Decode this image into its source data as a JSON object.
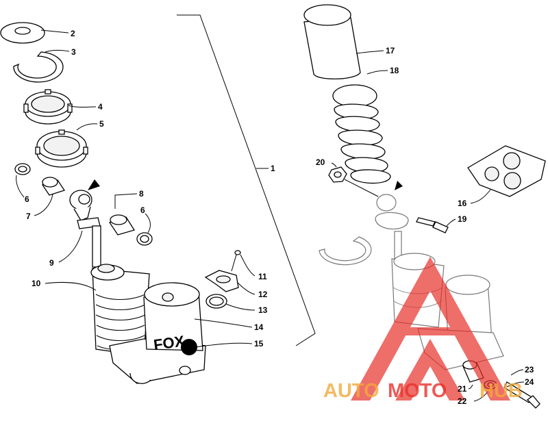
{
  "diagram": {
    "callouts": [
      {
        "id": "c1",
        "label": "1"
      },
      {
        "id": "c2",
        "label": "2"
      },
      {
        "id": "c3",
        "label": "3"
      },
      {
        "id": "c4",
        "label": "4"
      },
      {
        "id": "c5",
        "label": "5"
      },
      {
        "id": "c6a",
        "label": "6"
      },
      {
        "id": "c6b",
        "label": "6"
      },
      {
        "id": "c7",
        "label": "7"
      },
      {
        "id": "c8",
        "label": "8"
      },
      {
        "id": "c9",
        "label": "9"
      },
      {
        "id": "c10",
        "label": "10"
      },
      {
        "id": "c11",
        "label": "11"
      },
      {
        "id": "c12",
        "label": "12"
      },
      {
        "id": "c13",
        "label": "13"
      },
      {
        "id": "c14",
        "label": "14"
      },
      {
        "id": "c15",
        "label": "15"
      },
      {
        "id": "c16",
        "label": "16"
      },
      {
        "id": "c17",
        "label": "17"
      },
      {
        "id": "c18",
        "label": "18"
      },
      {
        "id": "c19",
        "label": "19"
      },
      {
        "id": "c20",
        "label": "20"
      },
      {
        "id": "c21",
        "label": "21"
      },
      {
        "id": "c22",
        "label": "22"
      },
      {
        "id": "c23",
        "label": "23"
      },
      {
        "id": "c24",
        "label": "24"
      }
    ],
    "brand_on_reservoir": "FOX"
  },
  "watermark": {
    "word_part1": "AUTO",
    "word_part2": "MOTO",
    "word_part3": "HUB",
    "color_primary": "#e8312a",
    "color_secondary": "#f2a93b"
  }
}
